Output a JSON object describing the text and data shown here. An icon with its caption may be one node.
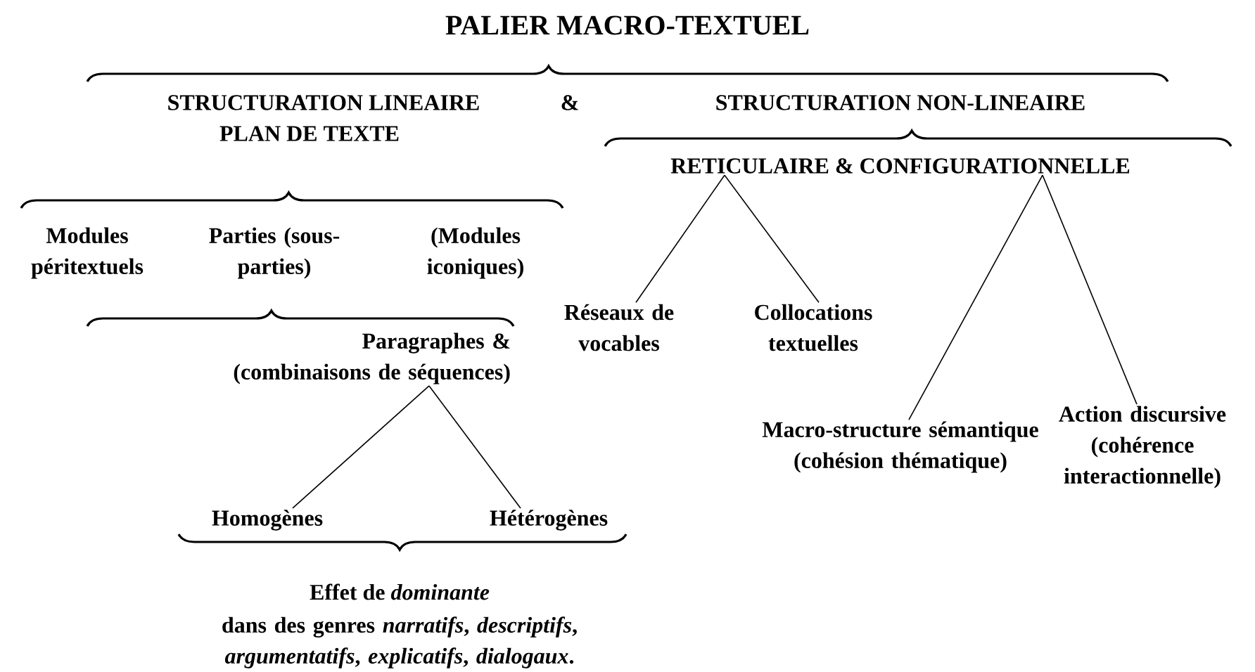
{
  "diagram": {
    "title": "PALIER MACRO-TEXTUEL",
    "nodes": [
      {
        "text": [
          "RETICULAIRE & CONFIGURATIONNELLE"
        ]
      },
      {
        "text": [
          "Réseaux de vocables"
        ]
      },
      {
        "text": [
          "Collocations textuelles"
        ]
      },
      {
        "text": [
          "Macro-structure sémantique (cohésion thématique)"
        ]
      },
      {
        "text": [
          "Action discursive (cohérence interactionnelle)"
        ]
      },
      {
        "text": [
          "Paragraphes & (combinaisons de séquences)"
        ]
      },
      {
        "text": [
          "Homogènes"
        ]
      },
      {
        "text": [
          "Hétérogènes"
        ]
      }
    ],
    "edges": [
      {
        "from": 0,
        "to": 1,
        "arrow": "none"
      },
      {
        "from": 0,
        "to": 2,
        "arrow": "none"
      },
      {
        "from": 0,
        "to": 3,
        "arrow": "none"
      },
      {
        "from": 0,
        "to": 4,
        "arrow": "none"
      },
      {
        "from": 5,
        "to": 6,
        "arrow": "none"
      },
      {
        "from": 5,
        "to": 7,
        "arrow": "none"
      }
    ],
    "labels": [
      "STRUCTURATION LINEAIRE",
      "&",
      "STRUCTURATION NON-LINEAIRE",
      "PLAN DE TEXTE",
      "Modules péritextuels",
      "Parties (sous-parties)",
      "(Modules iconiques)",
      "Effet de *dominante*",
      "dans des genres *narratifs*, *descriptifs*, *argumentatifs*, *explicatifs*, *dialogaux*."
    ]
  }
}
